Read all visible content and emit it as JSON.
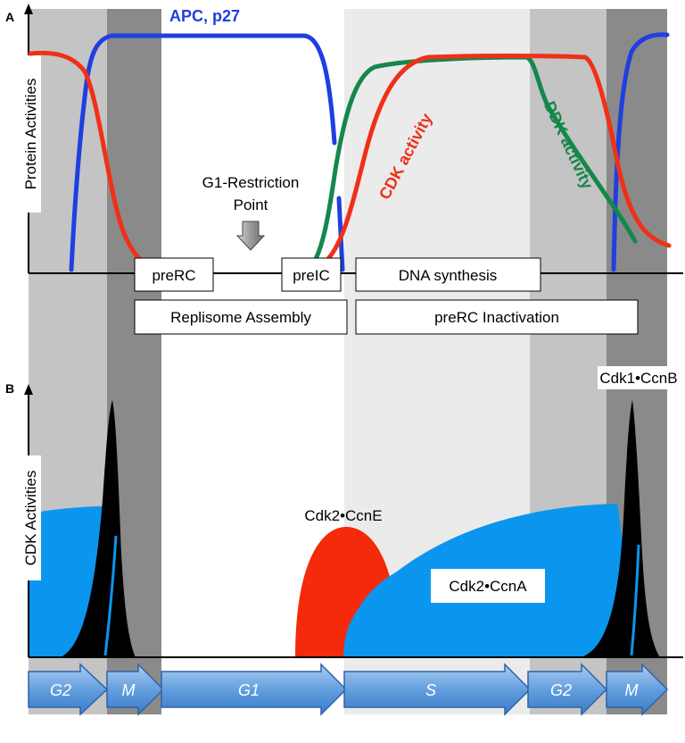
{
  "panel_a": {
    "letter": "A",
    "y_axis_label": "Protein Activities",
    "curves": [
      {
        "label": "APC, p27",
        "color": "#1f3fe0"
      },
      {
        "label": "CDK activity",
        "color": "#f03018"
      },
      {
        "label": "DDK activity",
        "color": "#13884a"
      }
    ],
    "restriction_point": {
      "line1": "G1-Restriction",
      "line2": "Point"
    },
    "boxes": {
      "prerc": "preRC",
      "preic": "preIC",
      "dna_synthesis": "DNA synthesis",
      "replisome_assembly": "Replisome Assembly",
      "prerc_inactivation": "preRC Inactivation"
    }
  },
  "panel_b": {
    "letter": "B",
    "y_axis_label": "CDK Activities",
    "complexes": {
      "cdk1_ccnb": "Cdk1•CcnB",
      "cdk2_ccne": "Cdk2•CcnE",
      "cdk2_ccna": "Cdk2•CcnA"
    },
    "colors": {
      "ccnA": "#0a96ee",
      "ccnE": "#f42a0a",
      "ccnB": "#000000"
    }
  },
  "phases": [
    {
      "label": "G2",
      "shade": "#c4c4c4"
    },
    {
      "label": "M",
      "shade": "#8a8a8a"
    },
    {
      "label": "G1",
      "shade": "#ffffff"
    },
    {
      "label": "S",
      "shade": "#ebebeb"
    },
    {
      "label": "G2",
      "shade": "#c4c4c4"
    },
    {
      "label": "M",
      "shade": "#8a8a8a"
    }
  ]
}
